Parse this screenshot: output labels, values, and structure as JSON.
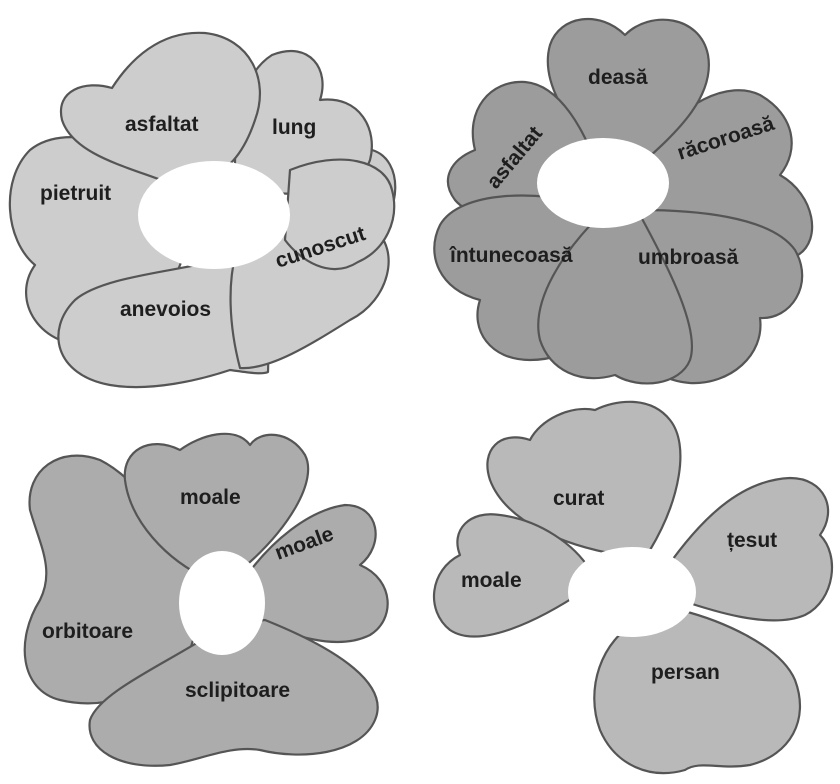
{
  "colors": {
    "light_petal": "#cdcdcd",
    "dark_petal": "#9c9c9c",
    "mid_petal": "#acacac",
    "light2_petal": "#b9b9b9",
    "outline": "#555555",
    "text": "#1e1e1e",
    "center": "#ffffff"
  },
  "flowers": {
    "top_left": {
      "words": [
        "asfaltat",
        "lung",
        "pietruit",
        "cunoscut",
        "anevoios"
      ]
    },
    "top_right": {
      "words": [
        "deasă",
        "asfaltat",
        "răcoroasă",
        "întunecoasă",
        "umbroasă"
      ]
    },
    "bottom_left": {
      "words": [
        "moale",
        "moale",
        "orbitoare",
        "sclipitoare"
      ]
    },
    "bottom_right": {
      "words": [
        "curat",
        "țesut",
        "moale",
        "persan"
      ]
    }
  }
}
